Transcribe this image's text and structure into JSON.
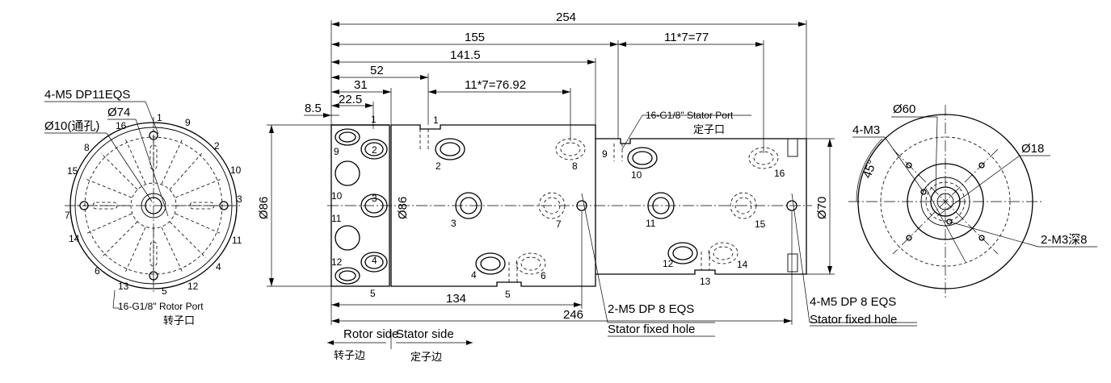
{
  "dimensions": {
    "d254": "254",
    "d155": "155",
    "d141_5": "141.5",
    "d11x7_77": "11*7=77",
    "d52": "52",
    "d31": "31",
    "d22_5": "22.5",
    "d8_5": "8.5",
    "d11x7_7692": "11*7=76.92",
    "d134": "134",
    "d246": "246",
    "dia86_left": "Ø86",
    "dia86_mid": "Ø86",
    "dia70": "Ø70"
  },
  "left_view": {
    "m5_label": "4-M5 DP11EQS",
    "dia74": "Ø74",
    "dia10": "Ø10(通孔)",
    "rotor_port_label": "16-G1/8\" Rotor Port",
    "rotor_port_cn": "转子口",
    "port_numbers": [
      "1",
      "2",
      "3",
      "4",
      "5",
      "6",
      "7",
      "8",
      "9",
      "10",
      "11",
      "12",
      "13",
      "14",
      "15",
      "16"
    ]
  },
  "side_view": {
    "stator_port_label": "16-G1/8\" Stator Port",
    "stator_port_cn": "定子口",
    "rotor_nums": [
      "1",
      "2",
      "3",
      "4",
      "5",
      "9",
      "10",
      "11",
      "12"
    ],
    "stator_nums": [
      "1",
      "2",
      "3",
      "4",
      "5",
      "6",
      "7",
      "8",
      "9",
      "10",
      "11",
      "12",
      "13",
      "14",
      "15",
      "16"
    ],
    "hole_note_1": "2-M5 DP 8 EQS",
    "hole_note_1b": "Stator fixed hole",
    "hole_note_2": "4-M5 DP 8 EQS",
    "hole_note_2b": "Stator fixed hole",
    "rotor_side": "Rotor side",
    "rotor_side_cn": "转子边",
    "stator_side": "Stator side",
    "stator_side_cn": "定子边"
  },
  "right_view": {
    "dia60": "Ø60",
    "m3_4": "4-M3",
    "dia18": "Ø18",
    "angle45": "45°",
    "m3_2": "2-M3深8"
  }
}
